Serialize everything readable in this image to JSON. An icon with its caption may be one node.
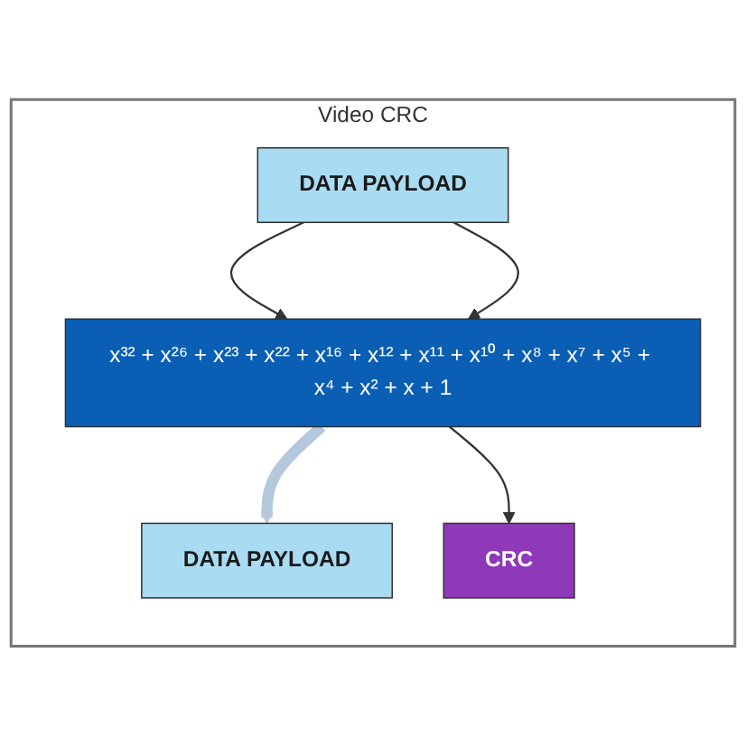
{
  "diagram": {
    "nodes": [
      {
        "text": [
          "Video CRC"
        ]
      },
      {
        "text": [
          "DATA PAYLOAD"
        ],
        "in": 0
      },
      {
        "text": [
          "x³² + x²⁶ + x²³ + x²² + x¹⁶ + x¹² + x¹¹ + x¹⁰ + x⁸ + x⁷ + x⁵ + x⁴ + x² + x + 1"
        ],
        "in": 0
      },
      {
        "text": [
          "DATA PAYLOAD"
        ],
        "in": 0
      },
      {
        "text": [
          "CRC"
        ],
        "in": 0
      }
    ],
    "edges": [
      {
        "from": 1,
        "to": 2,
        "arrow": "to"
      },
      {
        "from": 1,
        "to": 2,
        "arrow": "to"
      },
      {
        "from": 2,
        "to": 3,
        "arrow": "to",
        "style": "thick",
        "color": "#b4c7dc"
      },
      {
        "from": 2,
        "to": 4,
        "arrow": "to"
      }
    ]
  }
}
